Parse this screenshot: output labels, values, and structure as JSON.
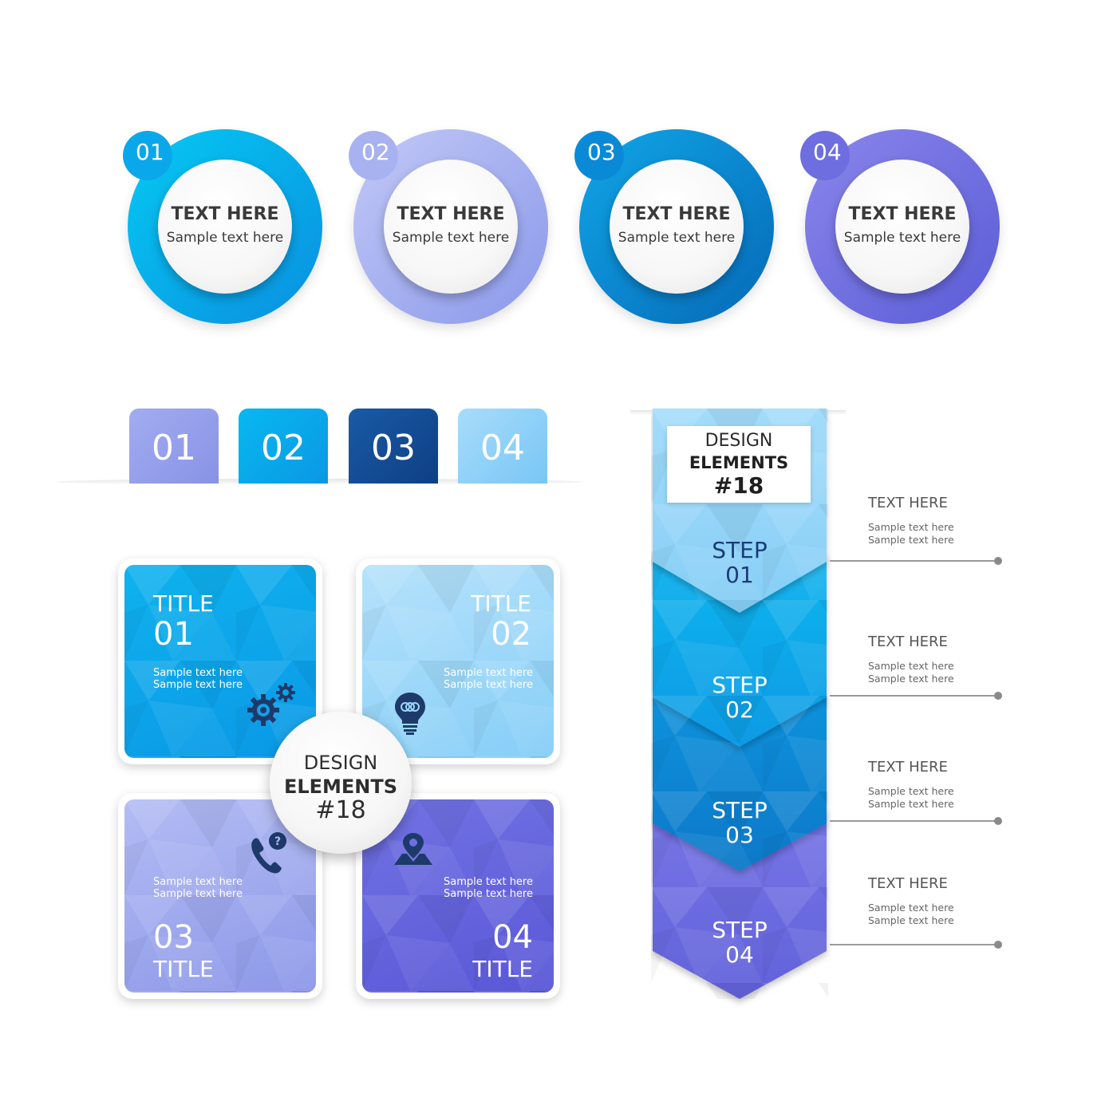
{
  "colors": {
    "cyan": "#12b4ec",
    "periwinkle": "#9ba8ee",
    "azure": "#0c86d2",
    "violet": "#6c6fe0",
    "navy": "#124c96",
    "sky": "#8fd2f8",
    "icon": "#1e3a6a"
  },
  "circles": [
    {
      "num": "01",
      "title": "TEXT HERE",
      "text": "Sample text here"
    },
    {
      "num": "02",
      "title": "TEXT HERE",
      "text": "Sample text here"
    },
    {
      "num": "03",
      "title": "TEXT HERE",
      "text": "Sample text here"
    },
    {
      "num": "04",
      "title": "TEXT HERE",
      "text": "Sample text here"
    }
  ],
  "tabs": [
    "01",
    "02",
    "03",
    "04"
  ],
  "cards": [
    {
      "title": "TITLE",
      "num": "01",
      "line1": "Sample text here",
      "line2": "Sample text here",
      "icon": "gears-icon"
    },
    {
      "title": "TITLE",
      "num": "02",
      "line1": "Sample text here",
      "line2": "Sample text here",
      "icon": "lightbulb-icon"
    },
    {
      "title": "TITLE",
      "num": "03",
      "line1": "Sample text here",
      "line2": "Sample text here",
      "icon": "phone-question-icon"
    },
    {
      "title": "TITLE",
      "num": "04",
      "line1": "Sample text here",
      "line2": "Sample text here",
      "icon": "location-pin-icon"
    }
  ],
  "center": {
    "line1": "DESIGN",
    "line2": "ELEMENTS",
    "line3": "#18"
  },
  "steps_label": {
    "line1": "DESIGN",
    "line2": "ELEMENTS",
    "line3": "#18"
  },
  "steps": [
    {
      "word": "STEP",
      "num": "01",
      "heading": "TEXT HERE",
      "line1": "Sample text here",
      "line2": "Sample text here"
    },
    {
      "word": "STEP",
      "num": "02",
      "heading": "TEXT HERE",
      "line1": "Sample text here",
      "line2": "Sample text here"
    },
    {
      "word": "STEP",
      "num": "03",
      "heading": "TEXT HERE",
      "line1": "Sample text here",
      "line2": "Sample text here"
    },
    {
      "word": "STEP",
      "num": "04",
      "heading": "TEXT HERE",
      "line1": "Sample text here",
      "line2": "Sample text here"
    }
  ]
}
